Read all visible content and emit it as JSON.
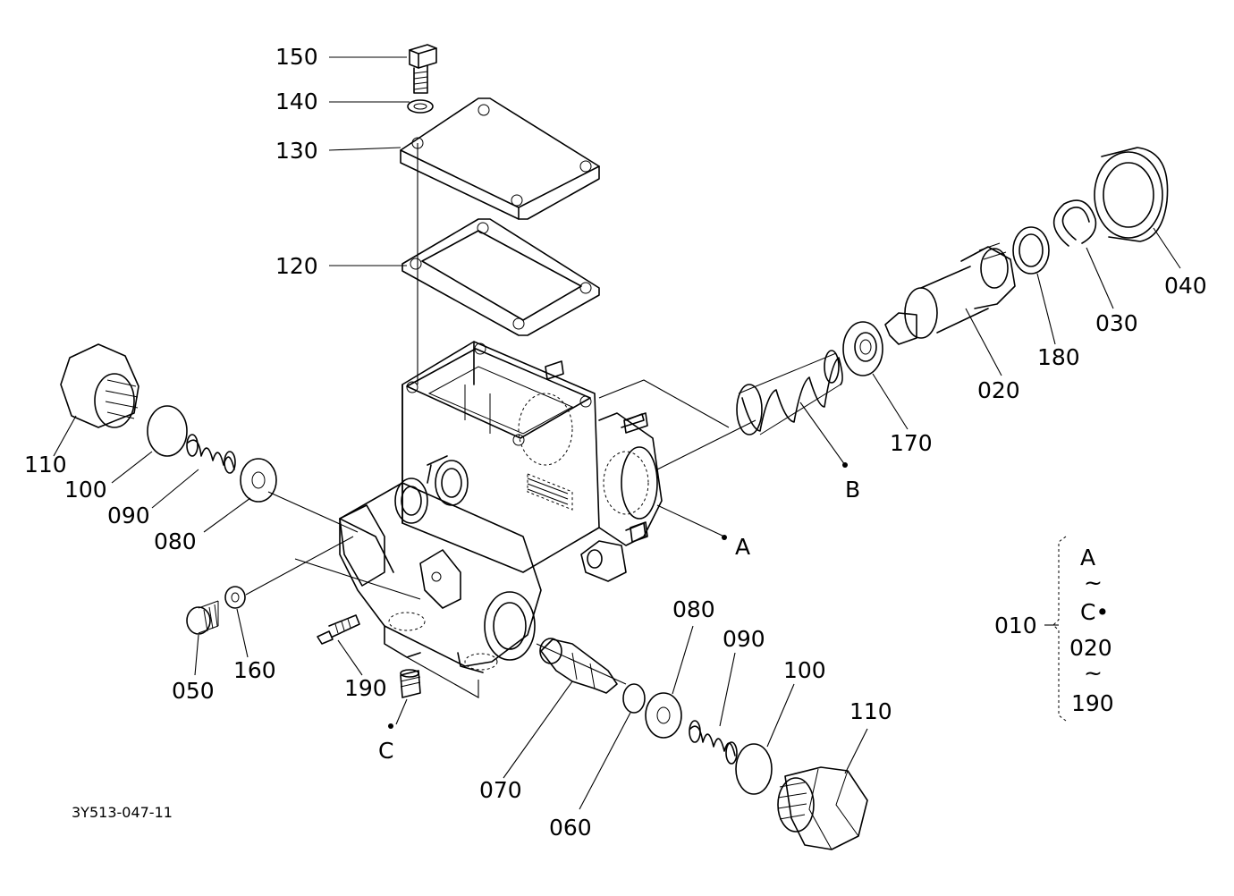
{
  "diagram_id": "3Y513-047-11",
  "labels": {
    "p150": "150",
    "p140": "140",
    "p130": "130",
    "p120": "120",
    "p110_left": "110",
    "p100_left": "100",
    "p090_left": "090",
    "p080_left": "080",
    "p050": "050",
    "p160": "160",
    "p190": "190",
    "p070": "070",
    "p060": "060",
    "p080_right": "080",
    "p090_right": "090",
    "p100_right": "100",
    "p110_right": "110",
    "p170": "170",
    "p020": "020",
    "p180": "180",
    "p030": "030",
    "p040": "040",
    "ref_a": "A",
    "ref_b": "B",
    "ref_c": "C"
  },
  "assembly_key": {
    "label": "010",
    "line1": "A",
    "tilde1": "~",
    "line2": "C•",
    "line3": "020",
    "tilde2": "~",
    "line4": "190"
  }
}
